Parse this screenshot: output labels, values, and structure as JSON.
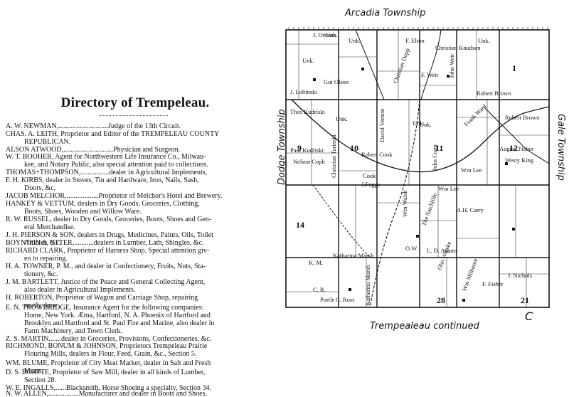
{
  "directory": {
    "title": "Directory of Trempeleau.",
    "entries": [
      {
        "lines": [
          "A. W. NEWMAN,............................Judge of the 13th Circuit."
        ]
      },
      {
        "lines": [
          "CHAS. A. LEITH, Proprietor and Editor of the TREMPELEAU COUNTY",
          "REPUBLICAN."
        ]
      },
      {
        "lines": [
          "ALSON ATWOOD,............................Physician and Surgeon."
        ]
      },
      {
        "lines": [
          "W. T. BOOHER, Agent for Northwestern Life Insurance Co., Milwau-",
          "kee, and Notary Public, also special attention paid to collections."
        ]
      },
      {
        "lines": [
          "THOMAS+THOMPSON,................dealer in Agricultural Implements,"
        ]
      },
      {
        "lines": [
          "F. H. KIRBS, dealer in Stoves, Tin and Hardware, Iron, Nails, Sash,",
          "Doors, &c,"
        ]
      },
      {
        "lines": [
          "JACOB MELCHOR,..................Proprietor of Melchor's Hotel and Brewery."
        ]
      },
      {
        "lines": [
          "HANKEY & VETTUM, dealers in Dry Goods, Groceries, Clothing,",
          "Boots, Shoes, Wooden and Willow Ware."
        ]
      },
      {
        "lines": [
          "R. W. RUSSEL, dealer in Dry Goods, Groceries, Boots, Shoes and Gen-",
          "eral Merchandise."
        ]
      },
      {
        "lines": [
          "J. H. PIERSON & SON, dealers in Drugs, Medicines, Paints, Oils, Toilet",
          "Articles, &c."
        ]
      },
      {
        "lines": [
          "BOYNTON & UTTER,...........dealers in Lumber, Lath, Shingles, &c."
        ]
      },
      {
        "lines": [
          "RICHARD CLARK, Proprietor of Harness Shop. Special attention giv-",
          "en to repairing."
        ]
      },
      {
        "lines": [
          "H. A. TOWNER, P. M., and dealer in Confectionery, Fruits, Nuts, Sta-",
          "tionery, &c."
        ]
      },
      {
        "lines": [
          "J. M. BARTLETT, Justice of the Peace and General Collecting Agent,",
          "also dealer in Agricultural Implements."
        ]
      },
      {
        "lines": [
          "H. ROBERTON, Proprietor of Wagon and Carriage Shop, repairing",
          "neatly done."
        ]
      },
      {
        "lines": [
          "E. N. TROWBRIDGE, Insurance Agent for the following companies:",
          "Home, New York. Ætna, Hartford, N. A. Phoenix of Hartford and",
          "Brooklyn and Hartford and St. Paul Fire and Marine, also dealer in",
          "Farm Machinery, and Town Clerk."
        ]
      },
      {
        "lines": [
          "Z. S. MARTIN,......dealer in Groceries, Provisions, Confectioneries, &c."
        ]
      },
      {
        "lines": [
          "RICHMOND, BONUM & JOHNSON, Proprietors Trempeleau Prairie",
          "Flouring Mills, dealers in Flour, Feed, Grain, &c., Section 5."
        ]
      },
      {
        "lines": [
          "WM. BLUME, Proprietor of City Meat Market, dealer in Salt and Fresh",
          "Meats."
        ]
      },
      {
        "lines": [
          "D. S. BORTTE, Proprietor of Saw Mill, dealer in all kinds of Lumber,",
          "Section 28."
        ]
      },
      {
        "lines": [
          "W. E. INGALLS,......Blacksmith, Horse Shoeing a specialty, Section 34."
        ]
      },
      {
        "lines": [
          "N. W. ALLEN,.................Manufacturer and dealer in Boots and Shoes."
        ]
      }
    ]
  },
  "map": {
    "handwritten": {
      "top": "Arcadia Township",
      "left": "Dodge Township",
      "right": "Gale Township",
      "bottom": "Trempealeau continued",
      "page_mark": "C"
    },
    "section_numbers": [
      "1",
      "9",
      "10",
      "11",
      "12",
      "14",
      "28",
      "21"
    ],
    "owner_labels": [
      "Unk.",
      "J. Lobinski",
      "Thos Kudriski",
      "Paul Kudriski",
      "Nelson Coph",
      "Gut Olson",
      "Unk.",
      "Christian Tarinski",
      "Robert Cook",
      "David Vernon",
      "Christian Dopp",
      "F. Weir",
      "John Weir",
      "Robert Brown",
      "Robert Brown",
      "August Fisher",
      "Westy King",
      "Frank Ward",
      "John Coop",
      "Wm Lee",
      "Unk.",
      "Wm Walsh",
      "The Satchliffe",
      "L. D. Adams",
      "A.H. Carry",
      "Katharina Marsh",
      "Katharina Marsh",
      "Olin Walske",
      "Wm Milburne",
      "F. Fisher",
      "J. Nichols",
      "C. R.",
      "Portle",
      "C. Ross",
      "Wm Lee",
      "K. M.",
      "O.W.",
      "Unk.",
      "Unk.",
      "Unk.",
      "Unk.",
      "J. Ottawa",
      "Cook",
      "J.Foggs",
      "Christian Knudsen",
      "F. Elton"
    ],
    "colors": {
      "ink": "#111111",
      "paper": "#ffffff"
    }
  }
}
